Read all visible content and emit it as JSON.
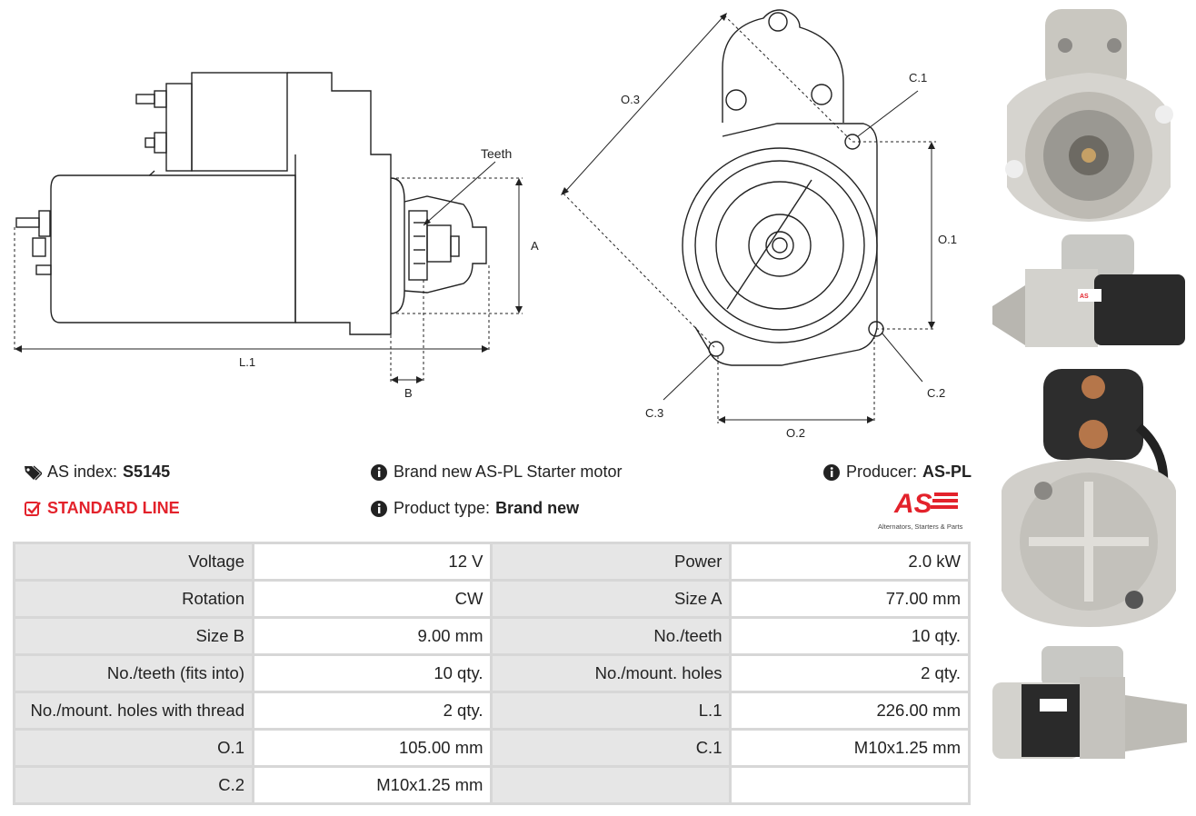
{
  "drawing": {
    "side_labels": {
      "teeth": "Teeth",
      "a": "A",
      "b": "B",
      "l1": "L.1"
    },
    "front_labels": {
      "o3": "O.3",
      "c1": "C.1",
      "o1": "O.1",
      "c2": "C.2",
      "c3": "C.3",
      "o2": "O.2"
    }
  },
  "info": {
    "as_index_label": "AS index:",
    "as_index_value": "S5145",
    "standard_line": "STANDARD LINE",
    "description": "Brand new AS-PL Starter motor",
    "product_type_label": "Product type:",
    "product_type_value": "Brand new",
    "producer_label": "Producer:",
    "producer_value": "AS-PL",
    "logo_text": "AS",
    "logo_tagline": "Alternators, Starters & Parts"
  },
  "specs": [
    {
      "l1": "Voltage",
      "v1": "12 V",
      "l2": "Power",
      "v2": "2.0 kW"
    },
    {
      "l1": "Rotation",
      "v1": "CW",
      "l2": "Size A",
      "v2": "77.00 mm"
    },
    {
      "l1": "Size B",
      "v1": "9.00 mm",
      "l2": "No./teeth",
      "v2": "10 qty."
    },
    {
      "l1": "No./teeth (fits into)",
      "v1": "10 qty.",
      "l2": "No./mount. holes",
      "v2": "2 qty."
    },
    {
      "l1": "No./mount. holes with thread",
      "v1": "2 qty.",
      "l2": "L.1",
      "v2": "226.00 mm"
    },
    {
      "l1": "O.1",
      "v1": "105.00 mm",
      "l2": "C.1",
      "v2": "M10x1.25 mm"
    },
    {
      "l1": "C.2",
      "v1": "M10x1.25 mm",
      "l2": "",
      "v2": ""
    }
  ],
  "colors": {
    "accent_red": "#e3222b",
    "table_label_bg": "#e6e6e6",
    "table_border": "#d7d7d7"
  },
  "icons": [
    "tags-icon",
    "checkbox-icon",
    "info-icon"
  ]
}
